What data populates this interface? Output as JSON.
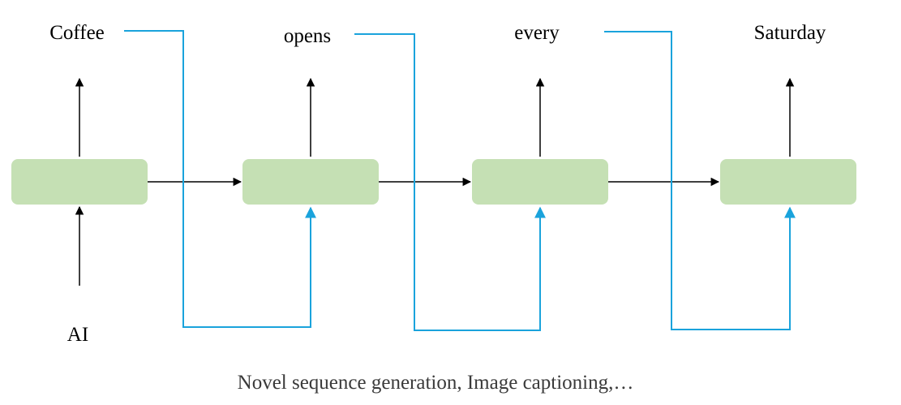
{
  "input_word": "AI",
  "output_words": [
    "Coffee",
    "opens",
    "every",
    "Saturday"
  ],
  "caption": "Novel sequence generation, Image captioning,…",
  "colors": {
    "cell_fill": "#c5e0b4",
    "arrow_black": "#000000",
    "feedback_blue": "#1aa3dc",
    "caption_text": "#3a3a3a"
  }
}
